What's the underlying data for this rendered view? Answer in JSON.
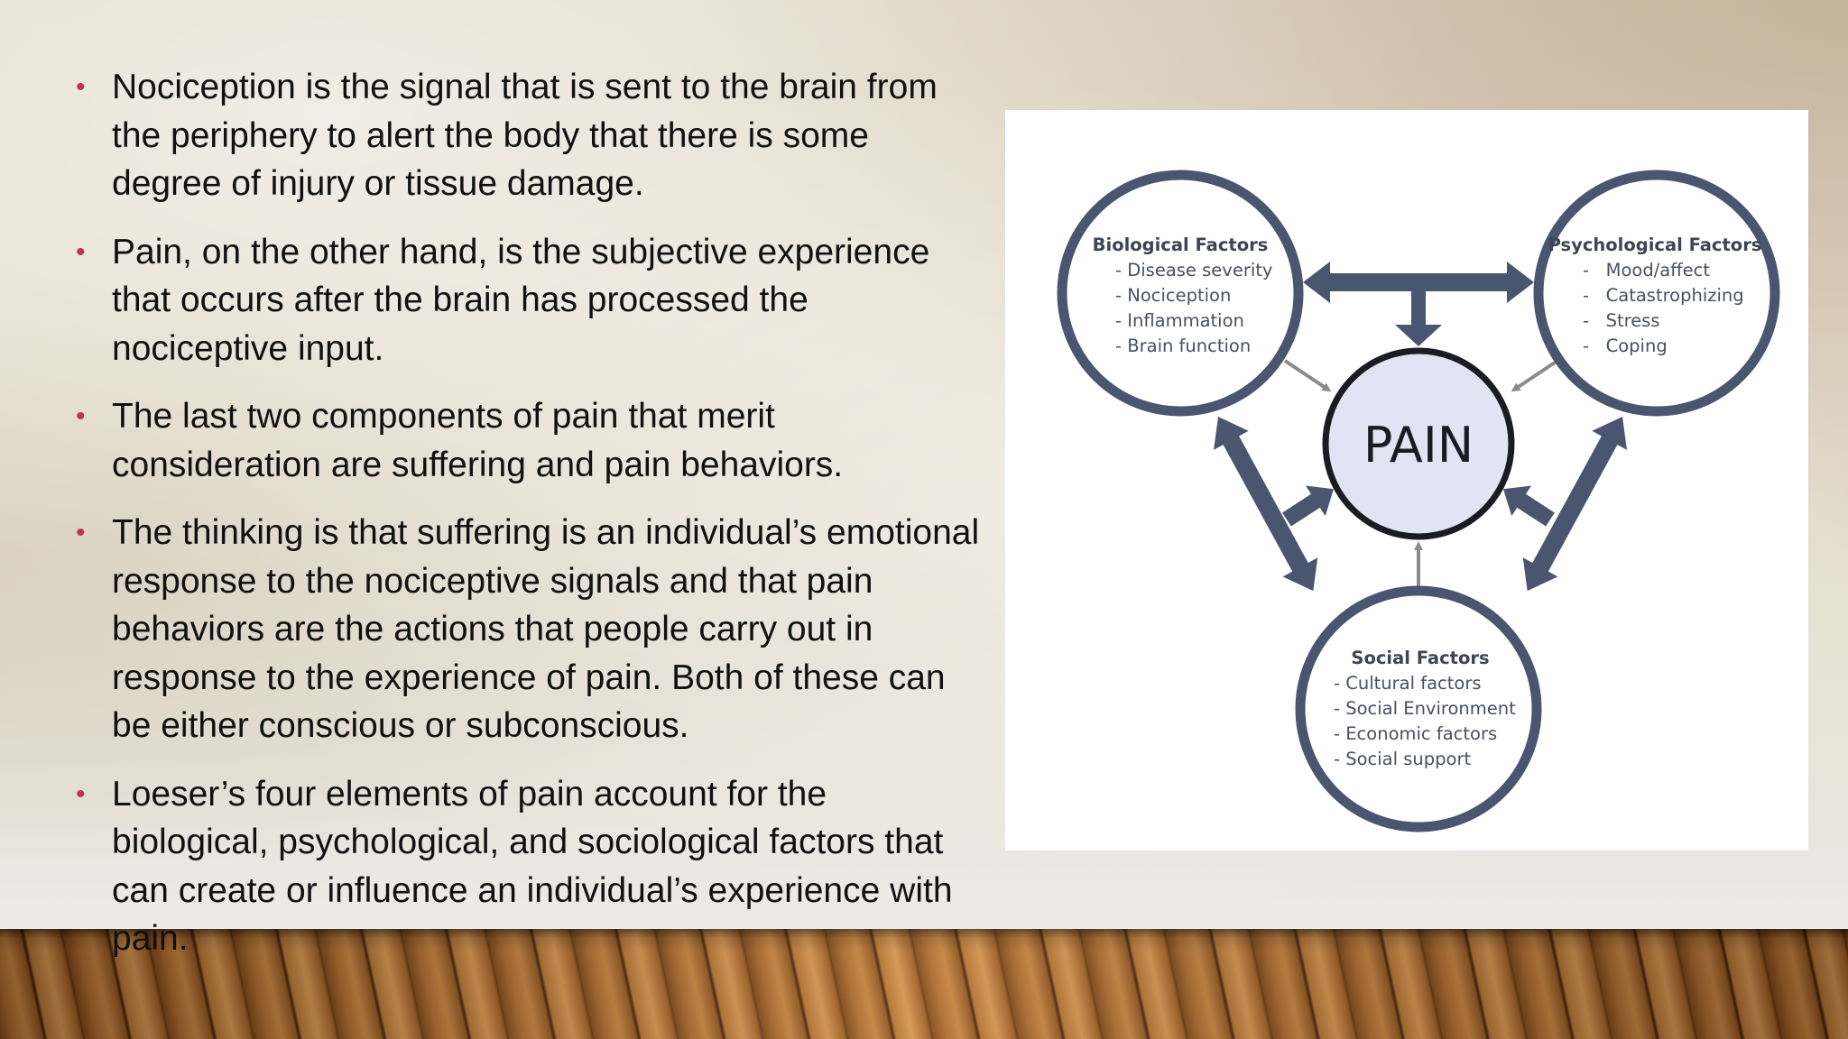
{
  "bullets": [
    "Nociception is the signal that is sent to the brain from the periphery to alert the body that there is some degree of injury or tissue damage.",
    "Pain, on the other hand, is the subjective experience that occurs after the brain has processed the nociceptive input.",
    "The last two components of pain that merit consideration are suffering and pain behaviors.",
    "The thinking is that suffering is an individual’s emotional response to the nociceptive signals and that pain behaviors are the actions that people carry out in response to the experience of pain. Both of these can be either conscious or subconscious.",
    "Loeser’s four elements of pain account for the biological, psychological, and sociological factors that can create or influence an individual’s experience with pain."
  ],
  "bullet_marker": "•",
  "diagram": {
    "center": "PAIN",
    "biological": {
      "title": "Biological Factors",
      "items": [
        "- Disease severity",
        "- Nociception",
        "- Inflammation",
        "- Brain function"
      ]
    },
    "psychological": {
      "title": "Psychological Factors",
      "items": [
        "-   Mood/affect",
        "-   Catastrophizing",
        "-   Stress",
        "-   Coping"
      ]
    },
    "social": {
      "title": "Social Factors",
      "items": [
        "- Cultural factors",
        "- Social Environment",
        "- Economic factors",
        "- Social support"
      ]
    }
  },
  "colors": {
    "bullet_marker": "#c0354f",
    "circle_stroke": "#4a5670",
    "arrow_fill": "#4a5670",
    "thin_arrow": "#8a8a8a",
    "pain_fill": "#e3e4f3"
  }
}
